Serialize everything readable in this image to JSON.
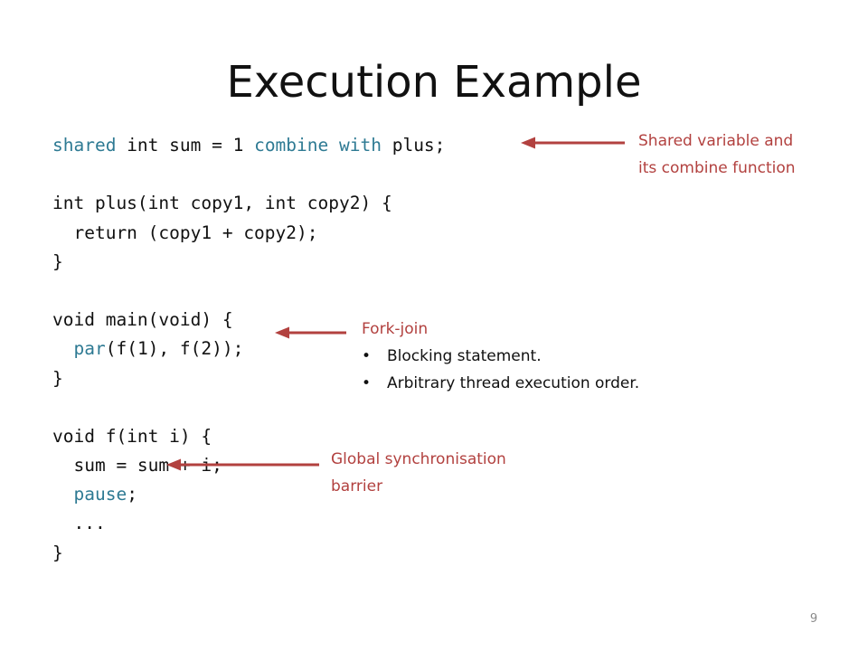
{
  "slide": {
    "title": "Execution Example",
    "page_number": "9"
  },
  "code": {
    "line1": {
      "kw1": "shared",
      "a": " int sum = 1 ",
      "kw2": "combine with",
      "b": " plus;"
    },
    "line2": "",
    "line3": "int plus(int copy1, int copy2) {",
    "line4": "  return (copy1 + copy2);",
    "line5": "}",
    "line6": "",
    "line7": "void main(void) {",
    "line8": {
      "indent": "  ",
      "kw": "par",
      "rest": "(f(1), f(2));"
    },
    "line9": "}",
    "line10": "",
    "line11": "void f(int i) {",
    "line12": "  sum = sum + i;",
    "line13": {
      "indent": "  ",
      "kw": "pause",
      "rest": ";"
    },
    "line14": "  ...",
    "line15": "}"
  },
  "annotations": {
    "shared": {
      "line1": "Shared variable and",
      "line2": "its combine function"
    },
    "forkjoin": {
      "heading": "Fork-join",
      "bullets": [
        "Blocking statement.",
        "Arbitrary thread execution order."
      ],
      "bullet_glyph": "•"
    },
    "barrier": {
      "line1": "Global synchronisation",
      "line2": "barrier"
    }
  },
  "colors": {
    "keyword": "#2e7a93",
    "annotation": "#b2413f",
    "arrow": "#b2413f",
    "text": "#111111",
    "page_number": "#8a8a8a"
  },
  "icons": {
    "arrow": "left-arrow-icon"
  }
}
